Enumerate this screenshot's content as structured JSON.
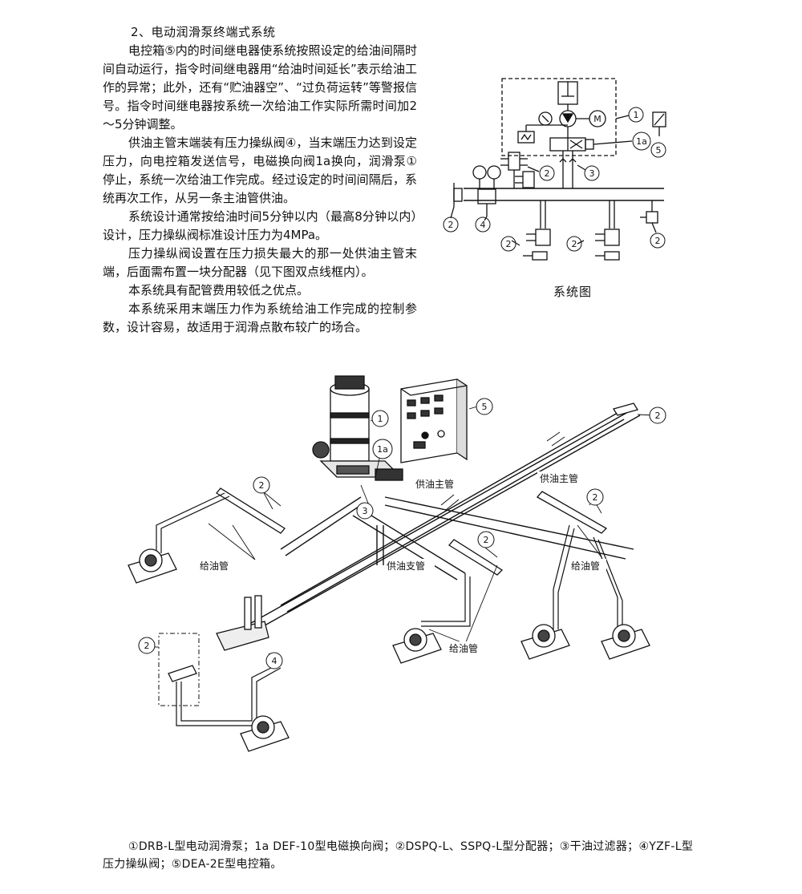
{
  "heading": "2、电动润滑泵终端式系统",
  "paragraphs": [
    "电控箱⑤内的时间继电器使系统按照设定的给油间隔时间自动运行，指令时间继电器用“给油时间延长”表示给油工作的异常；此外，还有“贮油器空”、“过负荷运转”等警报信号。指令时间继电器按系统一次给油工作实际所需时间加2～5分钟调整。",
    "供油主管末端装有压力操纵阀④，当末端压力达到设定压力，向电控箱发送信号，电磁换向阀1a换向，润滑泵①停止，系统一次给油工作完成。经过设定的时间间隔后，系统再次工作，从另一条主油管供油。",
    "系统设计通常按给油时间5分钟以内（最高8分钟以内）设计，压力操纵阀标准设计压力为4MPa。",
    "压力操纵阀设置在压力损失最大的那一处供油主管末端，后面需布置一块分配器（见下图双点线框内）。",
    "本系统具有配管费用较低之优点。",
    "本系统采用末端压力作为系统给油工作完成的控制参数，设计容易，故适用于润滑点散布较广的场合。"
  ],
  "system_diagram": {
    "caption": "系统图",
    "labels": {
      "l1": "1",
      "l1a": "1a",
      "l2": "2",
      "l3": "3",
      "l4": "4",
      "l5": "5",
      "motor": "M"
    }
  },
  "iso_diagram": {
    "labels": {
      "n1": "1",
      "n1a": "1a",
      "n2": "2",
      "n3": "3",
      "n4": "4",
      "n5": "5",
      "main_pipe": "供油主管",
      "branch_pipe": "供油支管",
      "feed_pipe": "给油管"
    }
  },
  "legend": "①DRB-L型电动润滑泵；1a DEF-10型电磁换向阀；②DSPQ-L、SSPQ-L型分配器；③干油过滤器；④YZF-L型压力操纵阀；⑤DEA-2E型电控箱。"
}
